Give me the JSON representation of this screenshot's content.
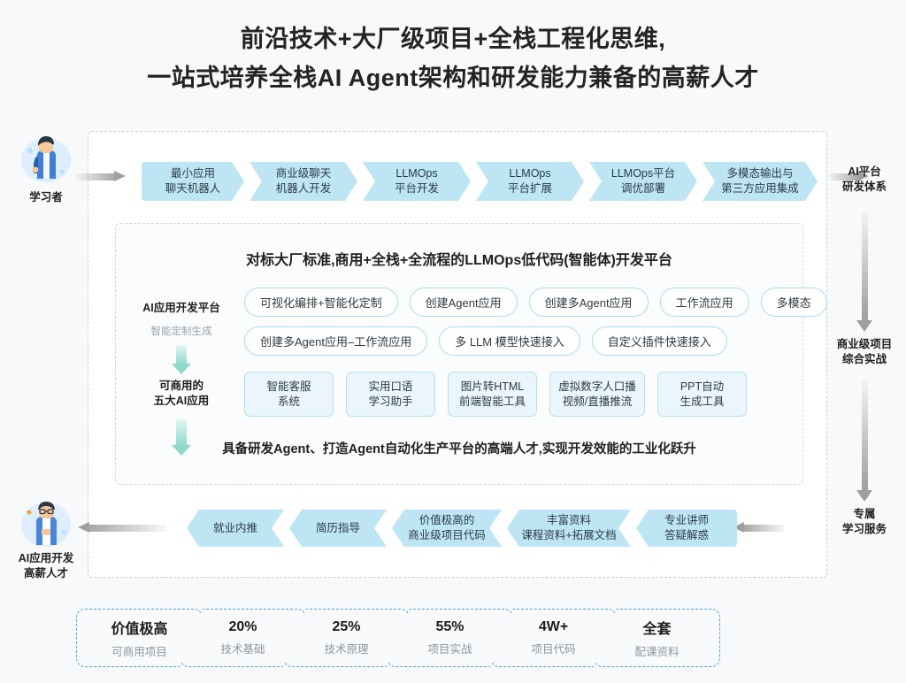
{
  "title": {
    "line1": "前沿技术+大厂级项目+全栈工程化思维,",
    "line2": "一站式培养全栈AI Agent架构和研发能力兼备的高薪人才"
  },
  "left": {
    "learner_label": "学习者",
    "talent_label_1": "AI应用开发",
    "talent_label_2": "高薪人才"
  },
  "right": {
    "label1_line1": "AI平台",
    "label1_line2": "研发体系",
    "label2_line1": "商业级项目",
    "label2_line2": "综合实战",
    "label3_line1": "专属",
    "label3_line2": "学习服务"
  },
  "top_chips": [
    {
      "line1": "最小应用",
      "line2": "聊天机器人"
    },
    {
      "line1": "商业级聊天",
      "line2": "机器人开发"
    },
    {
      "line1": "LLMOps",
      "line2": "平台开发"
    },
    {
      "line1": "LLMOps",
      "line2": "平台扩展"
    },
    {
      "line1": "LLMOps平台",
      "line2": "调优部署"
    },
    {
      "line1": "多模态输出与",
      "line2": "第三方应用集成"
    }
  ],
  "inner": {
    "heading": "对标大厂标准,商用+全栈+全流程的LLMOps低代码(智能体)开发平台",
    "stage1_label": "AI应用开发平台",
    "stage1_sub": "智能定制生成",
    "stage2_label_1": "可商用的",
    "stage2_label_2": "五大AI应用",
    "pills_row1": [
      "可视化编排+智能化定制",
      "创建Agent应用",
      "创建多Agent应用",
      "工作流应用",
      "多模态"
    ],
    "pills_row2": [
      "创建多Agent应用–工作流应用",
      "多 LLM 模型快速接入",
      "自定义插件快速接入"
    ],
    "cards": [
      {
        "line1": "智能客服",
        "line2": "系统"
      },
      {
        "line1": "实用口语",
        "line2": "学习助手"
      },
      {
        "line1": "图片转HTML",
        "line2": "前端智能工具"
      },
      {
        "line1": "虚拟数字人口播",
        "line2": "视频/直播推流"
      },
      {
        "line1": "PPT自动",
        "line2": "生成工具"
      }
    ],
    "closing": "具备研发Agent、打造Agent自动化生产平台的高端人才,实现开发效能的工业化跃升"
  },
  "bottom_chips": [
    {
      "line1": "就业内推",
      "line2": ""
    },
    {
      "line1": "简历指导",
      "line2": ""
    },
    {
      "line1": "价值极高的",
      "line2": "商业级项目代码"
    },
    {
      "line1": "丰富资料",
      "line2": "课程资料+拓展文档"
    },
    {
      "line1": "专业讲师",
      "line2": "答疑解惑"
    }
  ],
  "stats": [
    {
      "big": "价值极高",
      "small": "可商用项目"
    },
    {
      "big": "20%",
      "small": "技术基础"
    },
    {
      "big": "25%",
      "small": "技术原理"
    },
    {
      "big": "55%",
      "small": "项目实战"
    },
    {
      "big": "4W+",
      "small": "项目代码"
    },
    {
      "big": "全套",
      "small": "配课资料"
    }
  ],
  "colors": {
    "background": "#f7f9fb",
    "chip_blue": "#bde5f4",
    "pill_border": "#a9dcf2",
    "card_fill": "#eaf6fc",
    "teal_arrow": "#8fd8cb",
    "stat_border": "#4aa3f0",
    "gray_arrow": "#a0a0a0"
  }
}
